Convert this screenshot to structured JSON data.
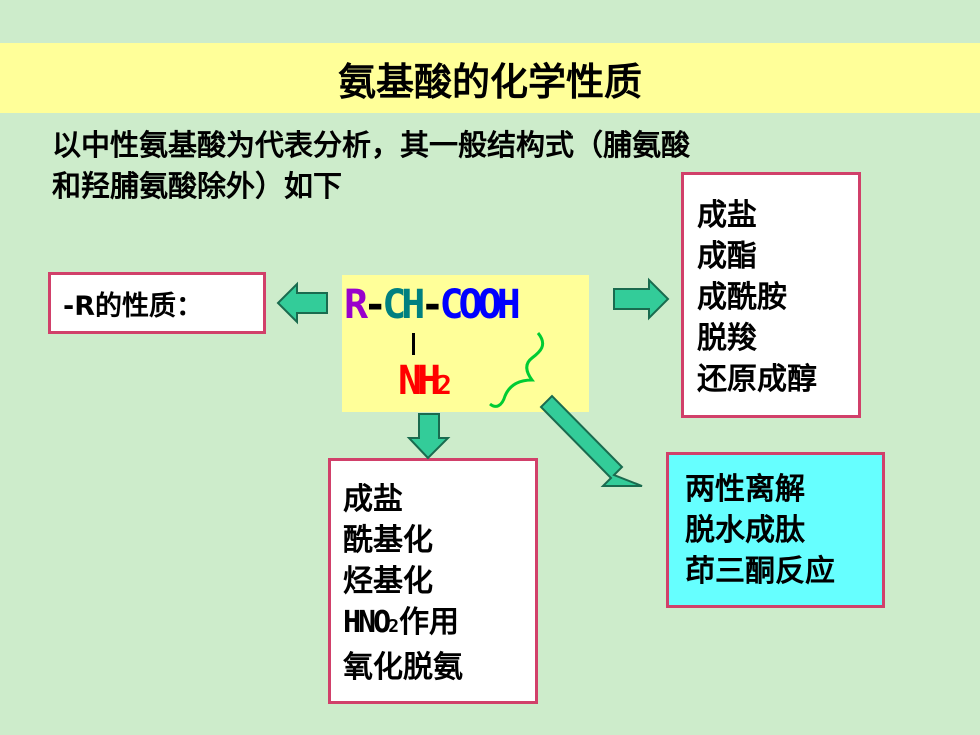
{
  "title": "氨基酸的化学性质",
  "intro_line1": "以中性氨基酸为代表分析，其一般结构式（脯氨酸",
  "intro_line2": "和羟脯氨酸除外）如下",
  "r_box_label": "-R的性质：",
  "formula": {
    "r": "R",
    "dash1": "-",
    "ch": "CH",
    "dash2": "-",
    "cooh": "COOH",
    "nh": "NH",
    "nh_sub": "2",
    "colors": {
      "r": "#9900cc",
      "ch": "#008080",
      "cooh": "#0000ff",
      "nh2": "#ff0000",
      "bond": "#000000"
    }
  },
  "carboxyl_props": [
    "成盐",
    "成酯",
    "成酰胺",
    "脱羧",
    "还原成醇"
  ],
  "amino_props": {
    "line1": "成盐",
    "line2": "酰基化",
    "line3": "烃基化",
    "hno": "HNO",
    "hno_sub": "2",
    "hno_tail": "作用",
    "line5": "氧化脱氨"
  },
  "both_props": [
    "两性离解",
    "脱水成肽",
    "茚三酮反应"
  ],
  "colors": {
    "background": "#cdeccb",
    "title_bg": "#ffff99",
    "box_border": "#d1406a",
    "arrow_fill": "#33cc99",
    "cyan_box": "#66ffff"
  }
}
